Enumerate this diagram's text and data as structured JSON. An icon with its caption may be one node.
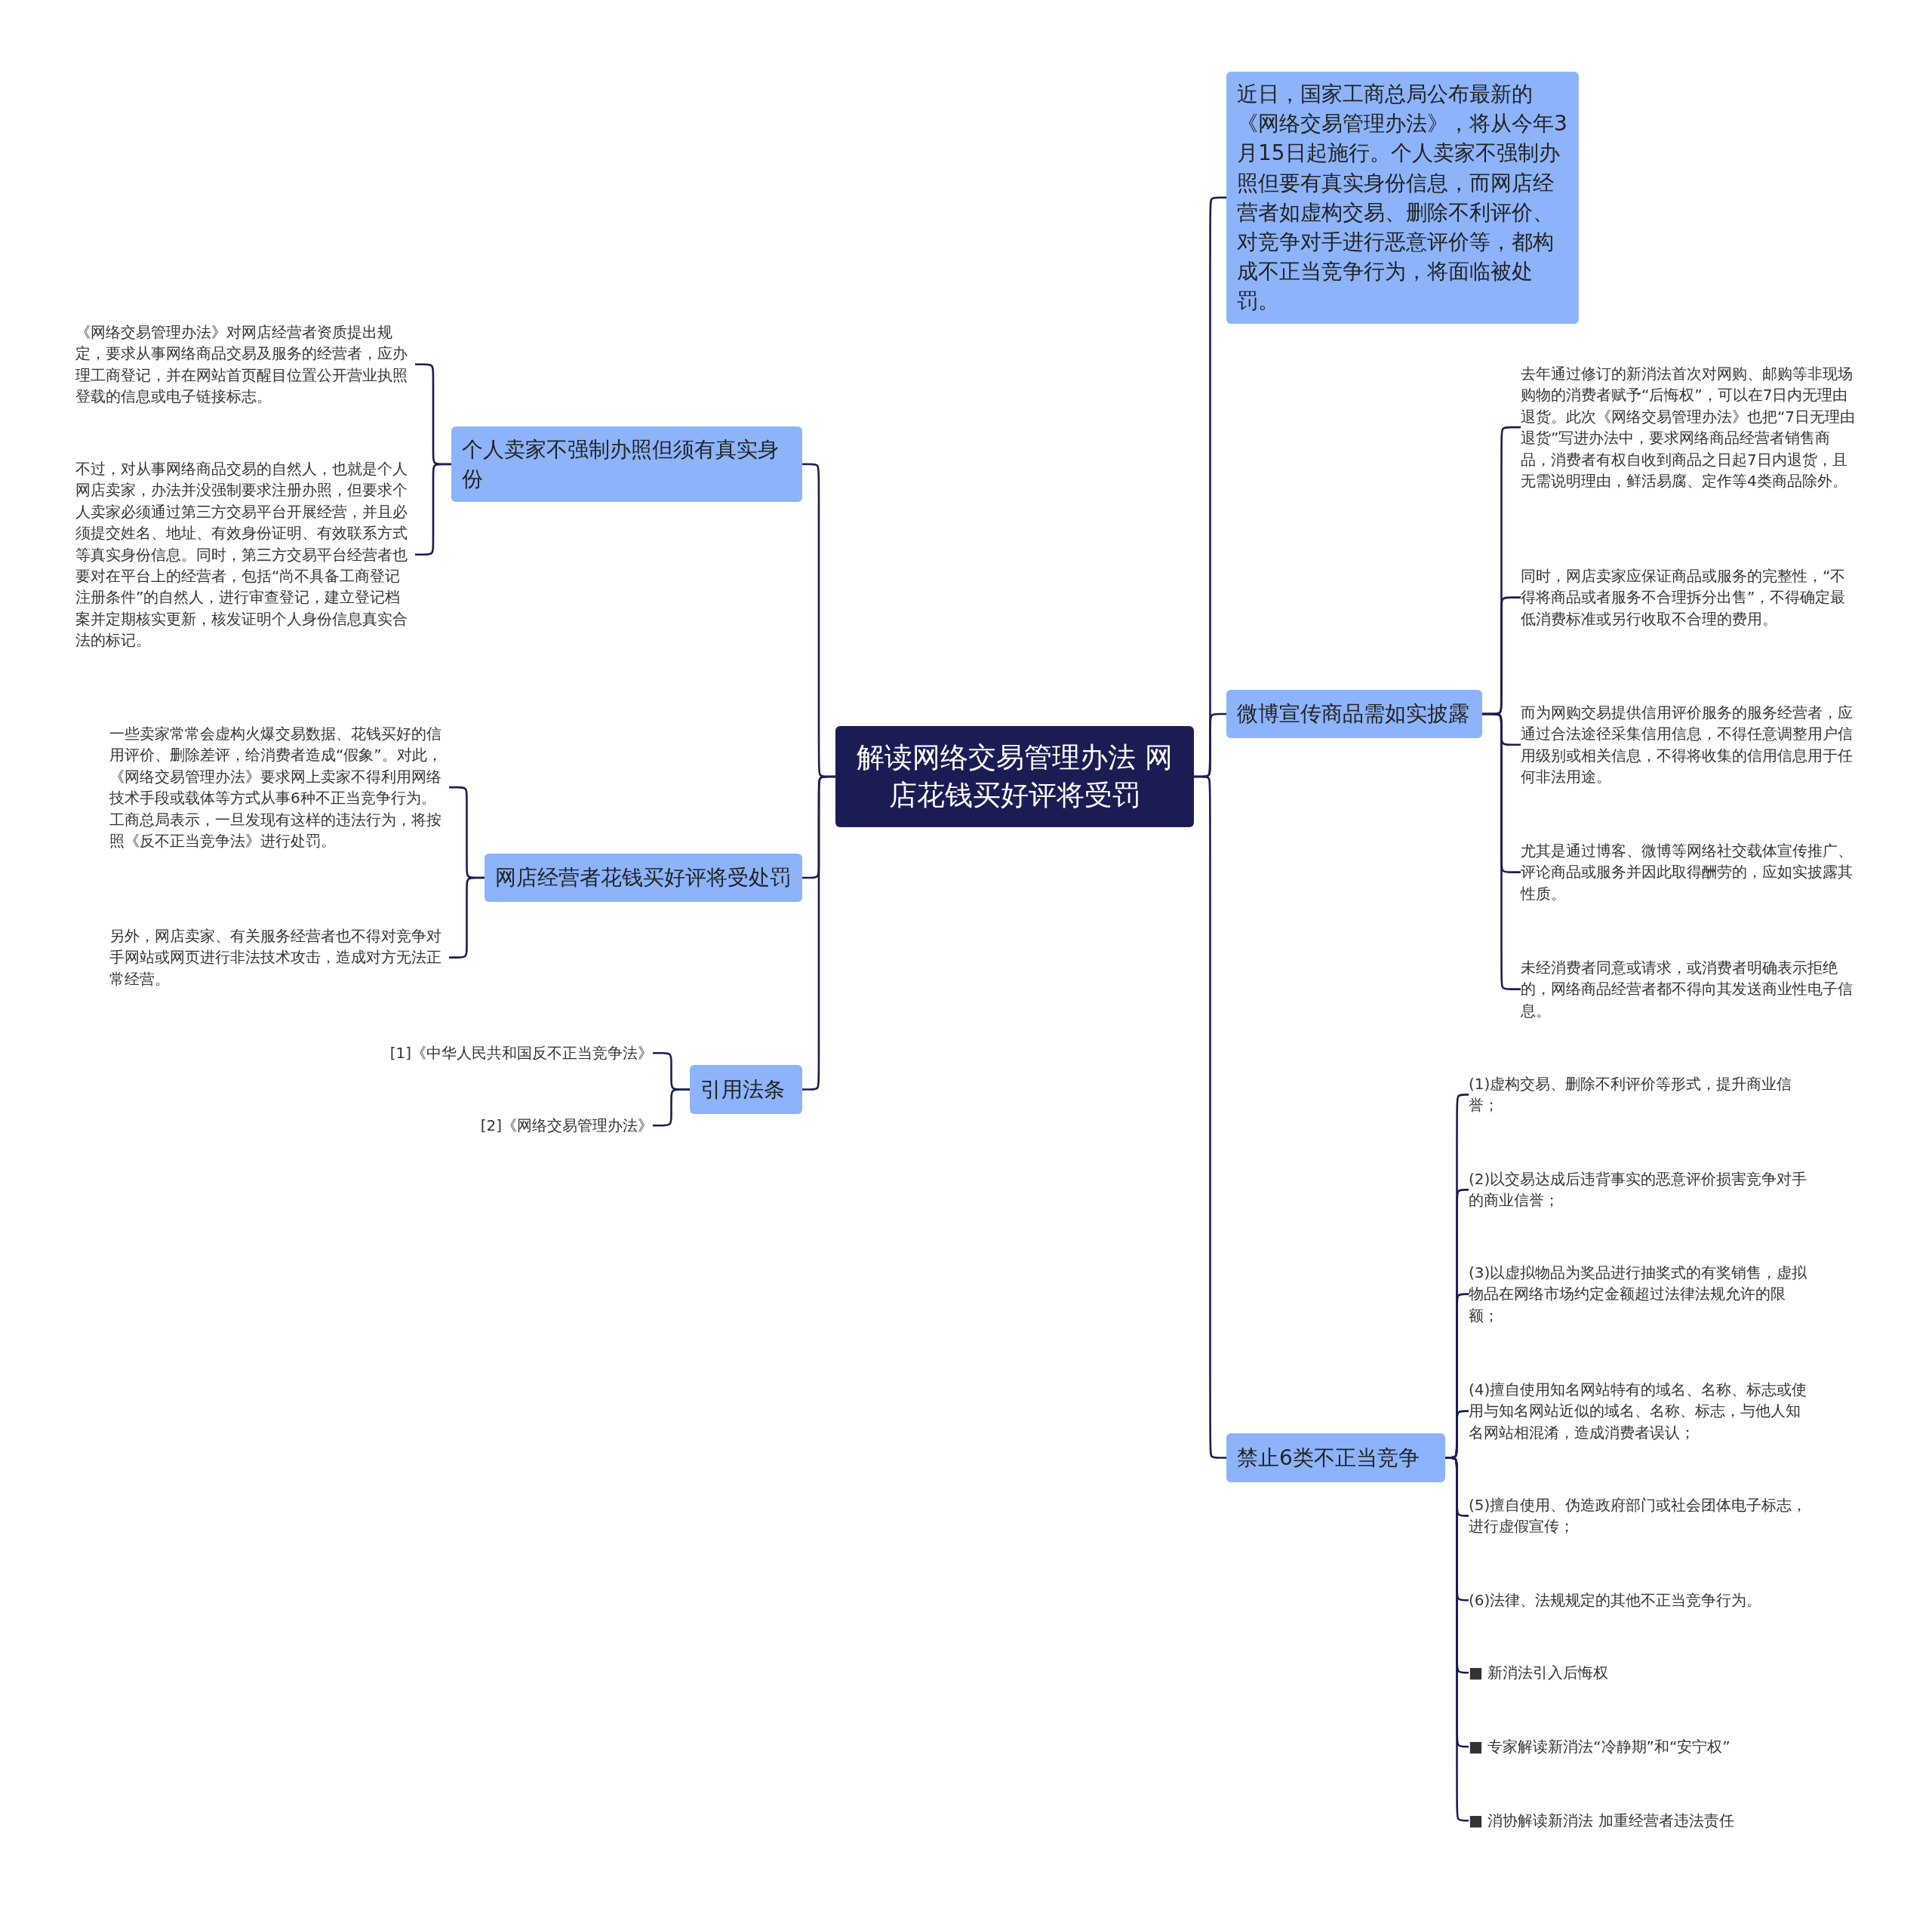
{
  "diagram": {
    "nodes": [
      {
        "text": [
          "解读网络交易管理办法 网店花钱买好评将受罚"
        ]
      },
      {
        "text": [
          "近日，国家工商总局公布最新的《网络交易管理办法》，将从今年3月15日起施行。个人卖家不强制办照但要有真实身份信息，而网店经营者如虚构交易、删除不利评价、对竞争对手进行恶意评价等，都构成不正当竞争行为，将面临被处罚。"
        ]
      },
      {
        "text": [
          "微博宣传商品需如实披露"
        ]
      },
      {
        "text": [
          "去年通过修订的新消法首次对网购、邮购等非现场购物的消费者赋予“后悔权”，可以在7日内无理由退货。此次《网络交易管理办法》也把“7日无理由退货”写进办法中，要求网络商品经营者销售商品，消费者有权自收到商品之日起7日内退货，且无需说明理由，鲜活易腐、定作等4类商品除外。"
        ]
      },
      {
        "text": [
          "同时，网店卖家应保证商品或服务的完整性，“不得将商品或者服务不合理拆分出售”，不得确定最低消费标准或另行收取不合理的费用。"
        ]
      },
      {
        "text": [
          "而为网购交易提供信用评价服务的服务经营者，应通过合法途径采集信用信息，不得任意调整用户信用级别或相关信息，不得将收集的信用信息用于任何非法用途。"
        ]
      },
      {
        "text": [
          "尤其是通过博客、微博等网络社交载体宣传推广、评论商品或服务并因此取得酬劳的，应如实披露其性质。"
        ]
      },
      {
        "text": [
          "未经消费者同意或请求，或消费者明确表示拒绝的，网络商品经营者都不得向其发送商业性电子信息。"
        ]
      },
      {
        "text": [
          "禁止6类不正当竞争"
        ]
      },
      {
        "text": [
          "(1)虚构交易、删除不利评价等形式，提升商业信誉；"
        ]
      },
      {
        "text": [
          "(2)以交易达成后违背事实的恶意评价损害竞争对手的商业信誉；"
        ]
      },
      {
        "text": [
          "(3)以虚拟物品为奖品进行抽奖式的有奖销售，虚拟物品在网络市场约定金额超过法律法规允许的限额；"
        ]
      },
      {
        "text": [
          "(4)擅自使用知名网站特有的域名、名称、标志或使用与知名网站近似的域名、名称、标志，与他人知名网站相混淆，造成消费者误认；"
        ]
      },
      {
        "text": [
          "(5)擅自使用、伪造政府部门或社会团体电子标志，进行虚假宣传；"
        ]
      },
      {
        "text": [
          "(6)法律、法规规定的其他不正当竞争行为。"
        ]
      },
      {
        "text": [
          "■ 新消法引入后悔权"
        ]
      },
      {
        "text": [
          "■ 专家解读新消法“冷静期”和“安宁权”"
        ]
      },
      {
        "text": [
          "■ 消协解读新消法 加重经营者违法责任"
        ]
      },
      {
        "text": [
          "个人卖家不强制办照但须有真实身份"
        ]
      },
      {
        "text": [
          "《网络交易管理办法》对网店经营者资质提出规定，要求从事网络商品交易及服务的经营者，应办理工商登记，并在网站首页醒目位置公开营业执照登载的信息或电子链接标志。"
        ]
      },
      {
        "text": [
          "不过，对从事网络商品交易的自然人，也就是个人网店卖家，办法并没强制要求注册办照，但要求个人卖家必须通过第三方交易平台开展经营，并且必须提交姓名、地址、有效身份证明、有效联系方式等真实身份信息。同时，第三方交易平台经营者也要对在平台上的经营者，包括“尚不具备工商登记注册条件”的自然人，进行审查登记，建立登记档案并定期核实更新，核发证明个人身份信息真实合法的标记。"
        ]
      },
      {
        "text": [
          "网店经营者花钱买好评将受处罚"
        ]
      },
      {
        "text": [
          "一些卖家常常会虚构火爆交易数据、花钱买好的信用评价、删除差评，给消费者造成“假象”。对此，《网络交易管理办法》要求网上卖家不得利用网络技术手段或载体等方式从事6种不正当竞争行为。工商总局表示，一旦发现有这样的违法行为，将按照《反不正当竞争法》进行处罚。"
        ]
      },
      {
        "text": [
          "另外，网店卖家、有关服务经营者也不得对竞争对手网站或网页进行非法技术攻击，造成对方无法正常经营。"
        ]
      },
      {
        "text": [
          "引用法条"
        ]
      },
      {
        "text": [
          "[1]《中华人民共和国反不正当竞争法》"
        ]
      },
      {
        "text": [
          "[2]《网络交易管理办法》"
        ]
      }
    ],
    "edges": [
      {
        "from": 0,
        "to": 1,
        "arrow": "none"
      },
      {
        "from": 0,
        "to": 2,
        "arrow": "none"
      },
      {
        "from": 2,
        "to": 3,
        "arrow": "none"
      },
      {
        "from": 2,
        "to": 4,
        "arrow": "none"
      },
      {
        "from": 2,
        "to": 5,
        "arrow": "none"
      },
      {
        "from": 2,
        "to": 6,
        "arrow": "none"
      },
      {
        "from": 2,
        "to": 7,
        "arrow": "none"
      },
      {
        "from": 0,
        "to": 8,
        "arrow": "none"
      },
      {
        "from": 8,
        "to": 9,
        "arrow": "none"
      },
      {
        "from": 8,
        "to": 10,
        "arrow": "none"
      },
      {
        "from": 8,
        "to": 11,
        "arrow": "none"
      },
      {
        "from": 8,
        "to": 12,
        "arrow": "none"
      },
      {
        "from": 8,
        "to": 13,
        "arrow": "none"
      },
      {
        "from": 8,
        "to": 14,
        "arrow": "none"
      },
      {
        "from": 8,
        "to": 15,
        "arrow": "none"
      },
      {
        "from": 8,
        "to": 16,
        "arrow": "none"
      },
      {
        "from": 8,
        "to": 17,
        "arrow": "none"
      },
      {
        "from": 0,
        "to": 18,
        "arrow": "none"
      },
      {
        "from": 18,
        "to": 19,
        "arrow": "none"
      },
      {
        "from": 18,
        "to": 20,
        "arrow": "none"
      },
      {
        "from": 0,
        "to": 21,
        "arrow": "none"
      },
      {
        "from": 21,
        "to": 22,
        "arrow": "none"
      },
      {
        "from": 21,
        "to": 23,
        "arrow": "none"
      },
      {
        "from": 0,
        "to": 24,
        "arrow": "none"
      },
      {
        "from": 24,
        "to": 25,
        "arrow": "none"
      },
      {
        "from": 24,
        "to": 26,
        "arrow": "none"
      }
    ]
  }
}
